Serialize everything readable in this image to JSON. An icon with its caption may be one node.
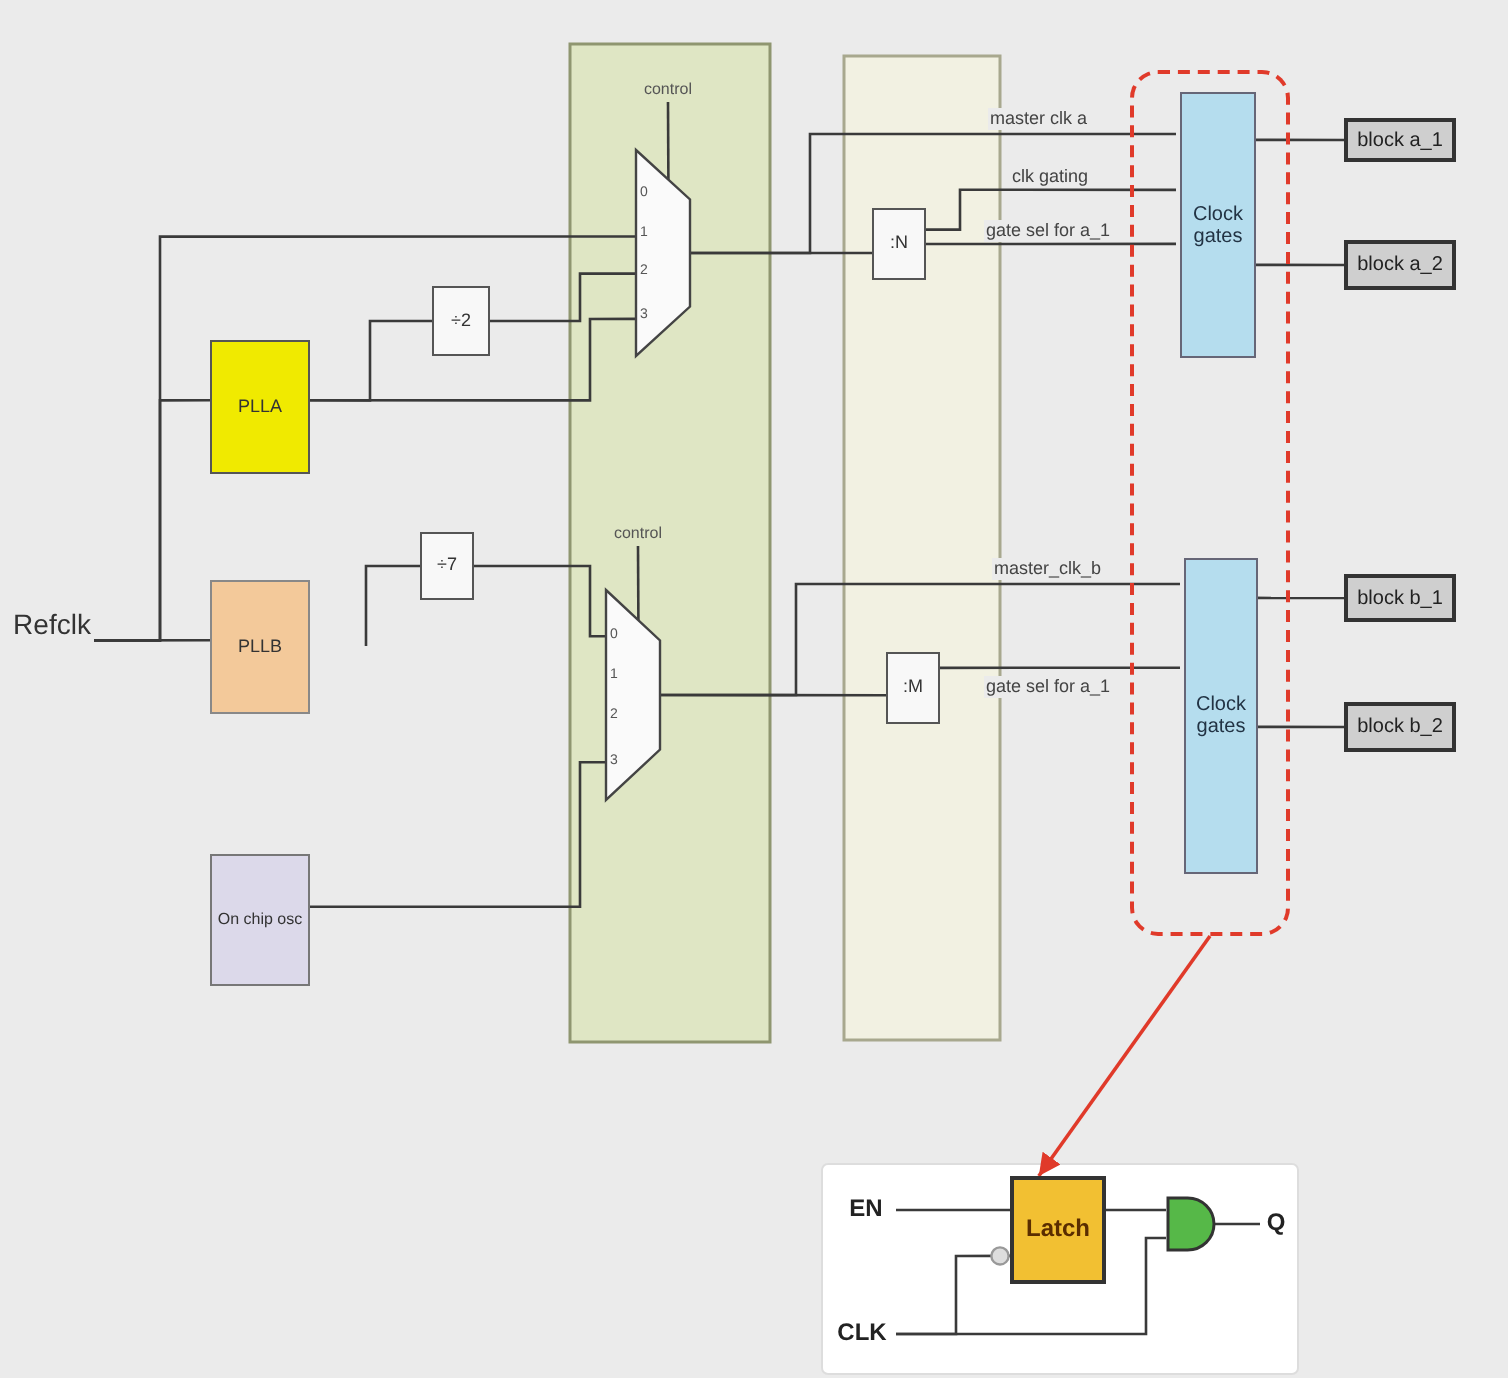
{
  "diagram": {
    "nodes": [
      {
        "text": [
          "Refclk"
        ]
      },
      {
        "text": [
          "PLLA"
        ]
      },
      {
        "text": [
          "PLLB"
        ]
      },
      {
        "text": [
          "On chip osc"
        ]
      },
      {
        "text": [
          "÷2"
        ]
      },
      {
        "text": [
          "÷7"
        ]
      },
      {
        "text": [],
        "shape": "trapezoid"
      },
      {
        "text": [],
        "shape": "trapezoid"
      },
      {
        "text": [
          ":N"
        ]
      },
      {
        "text": [
          ":M"
        ]
      },
      {
        "text": [
          "Clock gates"
        ],
        "in": 16
      },
      {
        "text": [
          "Clock gates"
        ],
        "in": 16
      },
      {
        "text": [
          "block a_1"
        ]
      },
      {
        "text": [
          "block a_2"
        ]
      },
      {
        "text": [
          "block b_1"
        ]
      },
      {
        "text": [
          "block b_2"
        ]
      },
      {
        "text": [],
        "shape": "box"
      },
      {
        "text": [
          "Latch"
        ]
      },
      {
        "text": [],
        "shape": "gate"
      },
      {
        "text": [
          "EN"
        ]
      },
      {
        "text": [
          "CLK"
        ]
      },
      {
        "text": [
          "Q"
        ]
      },
      {
        "text": [
          "control"
        ]
      },
      {
        "text": [
          "control"
        ]
      }
    ],
    "edges": [
      {
        "from": 0,
        "to": 1,
        "arrow": "none"
      },
      {
        "from": 0,
        "to": 2,
        "arrow": "none"
      },
      {
        "from": 0,
        "to": 6,
        "arrow": "none"
      },
      {
        "from": 1,
        "to": 4,
        "arrow": "none"
      },
      {
        "from": 1,
        "to": 6,
        "arrow": "none"
      },
      {
        "from": 4,
        "to": 6,
        "arrow": "none"
      },
      {
        "from": null,
        "to": 5,
        "arrow": "none"
      },
      {
        "from": 5,
        "to": 7,
        "arrow": "none"
      },
      {
        "from": 3,
        "to": 7,
        "arrow": "none"
      },
      {
        "from": 6,
        "to": 8,
        "arrow": "none"
      },
      {
        "from": 6,
        "to": 10,
        "label": "master clk a",
        "arrow": "none"
      },
      {
        "from": 8,
        "to": 10,
        "label": "clk gating",
        "arrow": "none"
      },
      {
        "from": 8,
        "to": 10,
        "label": "gate sel for a_1",
        "arrow": "none"
      },
      {
        "from": 7,
        "to": 9,
        "arrow": "none"
      },
      {
        "from": 7,
        "to": 11,
        "label": "master_clk_b",
        "arrow": "none"
      },
      {
        "from": 9,
        "to": 11,
        "label": "gate sel for a_1",
        "arrow": "none"
      },
      {
        "from": 10,
        "to": 12,
        "arrow": "none"
      },
      {
        "from": 10,
        "to": 13,
        "arrow": "none"
      },
      {
        "from": 11,
        "to": 14,
        "arrow": "none"
      },
      {
        "from": 11,
        "to": 15,
        "arrow": "none"
      },
      {
        "from": 16,
        "to": 17,
        "arrow": "to",
        "color": "#e03a2a"
      },
      {
        "from": 19,
        "to": 17,
        "arrow": "none"
      },
      {
        "from": 17,
        "to": 18,
        "arrow": "none"
      },
      {
        "from": 18,
        "to": 21,
        "arrow": "none"
      },
      {
        "from": 20,
        "to": 18,
        "arrow": "none"
      },
      {
        "from": 20,
        "to": 17,
        "arrow": "other"
      },
      {
        "from": 22,
        "to": 6,
        "arrow": "none"
      },
      {
        "from": 23,
        "to": 7,
        "arrow": "none"
      }
    ],
    "labels": [
      "0",
      "1",
      "2",
      "3",
      "0",
      "1",
      "2",
      "3"
    ]
  }
}
